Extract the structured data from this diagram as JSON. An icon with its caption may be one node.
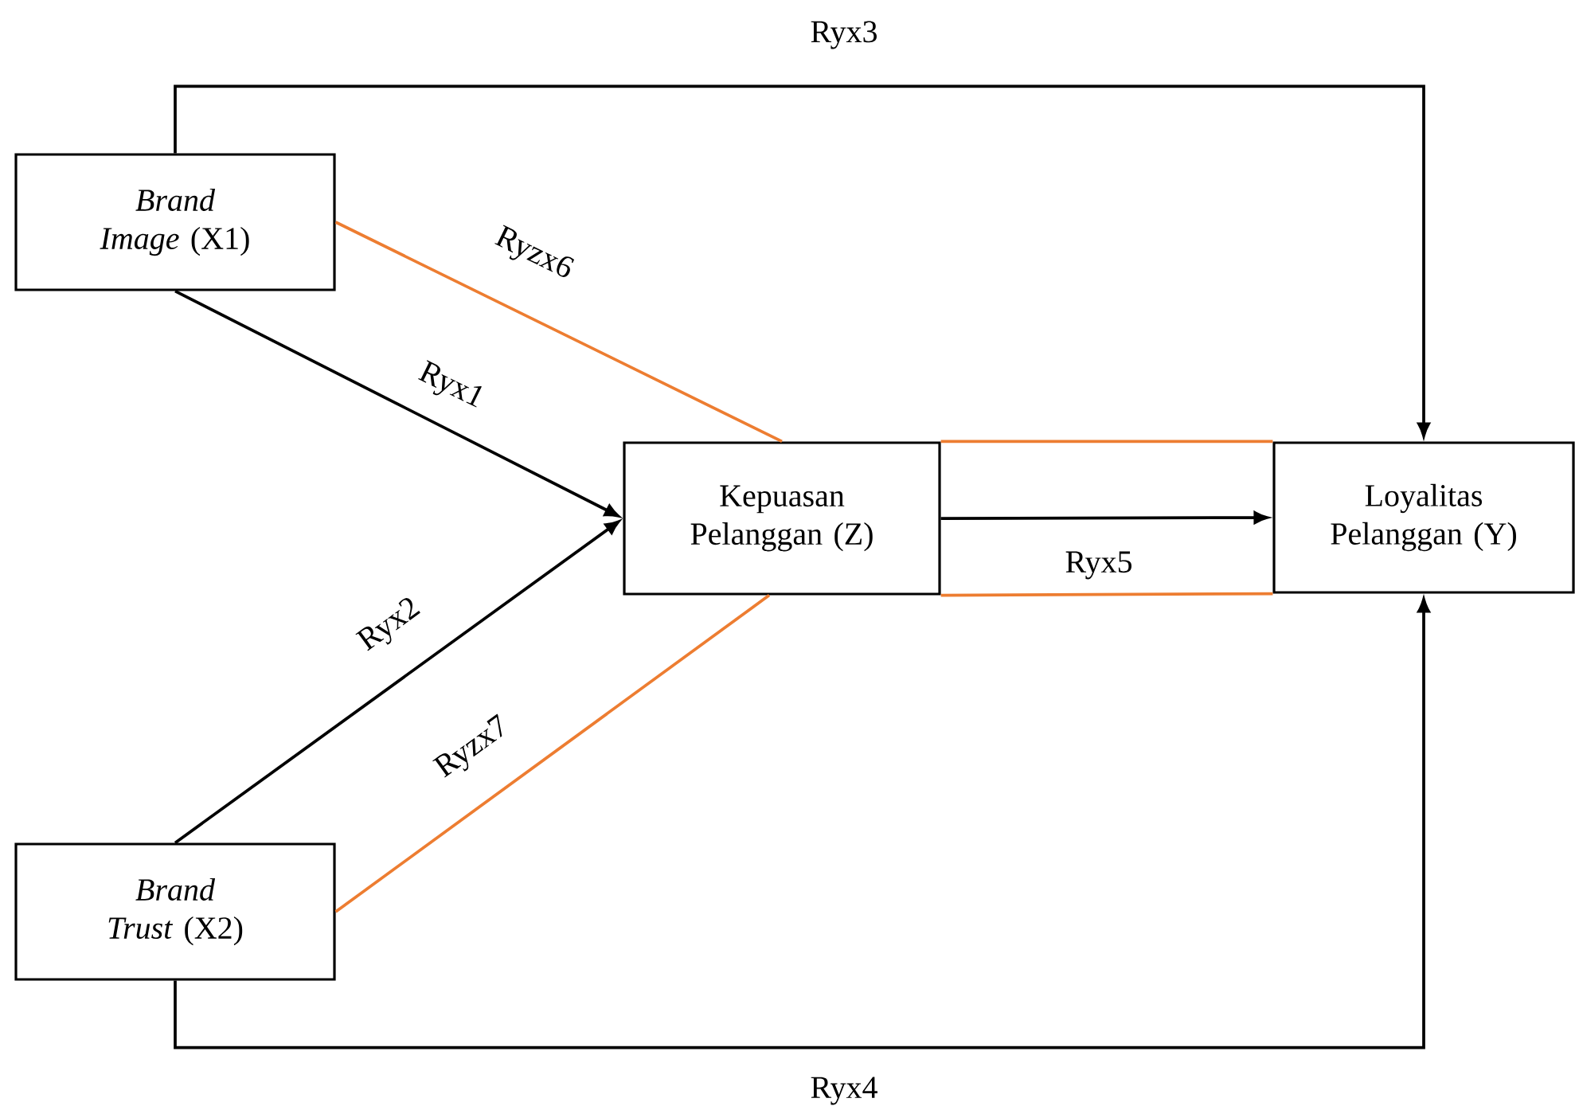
{
  "diagram": {
    "nodes": [
      {
        "text": [
          "*Brand Image* (X1)"
        ]
      },
      {
        "text": [
          "*Brand Trust* (X2)"
        ]
      },
      {
        "text": [
          "Kepuasan Pelanggan (Z)"
        ]
      },
      {
        "text": [
          "Loyalitas Pelanggan (Y)"
        ]
      }
    ],
    "edges": [
      {
        "from": 0,
        "to": 3,
        "arrow": "to",
        "label": "Ryx3"
      },
      {
        "from": 0,
        "to": 2,
        "arrow": "none",
        "label": "Ryzx6",
        "color": "#ed7d31"
      },
      {
        "from": 0,
        "to": 2,
        "arrow": "to",
        "label": "Ryx1"
      },
      {
        "from": 2,
        "to": 3,
        "arrow": "none",
        "color": "#ed7d31"
      },
      {
        "from": 2,
        "to": 3,
        "arrow": "to",
        "label": "Ryx5"
      },
      {
        "from": 2,
        "to": 3,
        "arrow": "none",
        "color": "#ed7d31"
      },
      {
        "from": 1,
        "to": 2,
        "arrow": "to",
        "label": "Ryx2"
      },
      {
        "from": 1,
        "to": 2,
        "arrow": "none",
        "label": "Ryzx7",
        "color": "#ed7d31"
      },
      {
        "from": 1,
        "to": 3,
        "arrow": "to",
        "label": "Ryx4"
      }
    ]
  }
}
